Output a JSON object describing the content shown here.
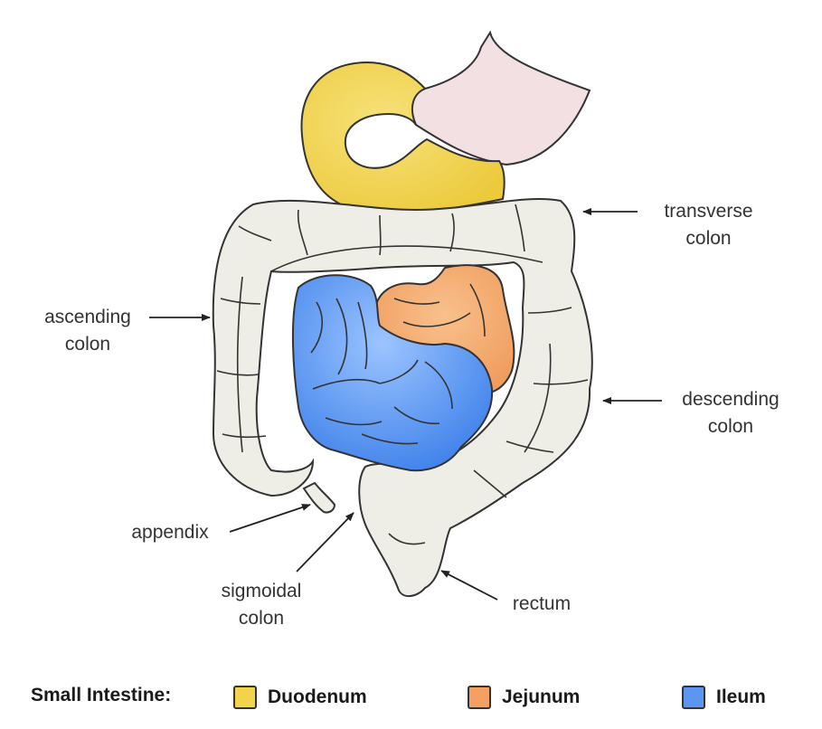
{
  "labels": {
    "transverse": [
      "transverse",
      "colon"
    ],
    "ascending": [
      "ascending",
      "colon"
    ],
    "descending": [
      "descending",
      "colon"
    ],
    "appendix": [
      "appendix"
    ],
    "sigmoidal": [
      "sigmoidal",
      "colon"
    ],
    "rectum": [
      "rectum"
    ]
  },
  "legend": {
    "title": "Small Intestine:",
    "items": [
      {
        "label": "Duodenum",
        "color": "#f2d44a"
      },
      {
        "label": "Jejunum",
        "color": "#f4a064"
      },
      {
        "label": "Ileum",
        "color": "#5b97f0"
      }
    ]
  },
  "colors": {
    "stomach": "#f2e0e3",
    "colon": "#eeede6",
    "outline": "#333333"
  }
}
